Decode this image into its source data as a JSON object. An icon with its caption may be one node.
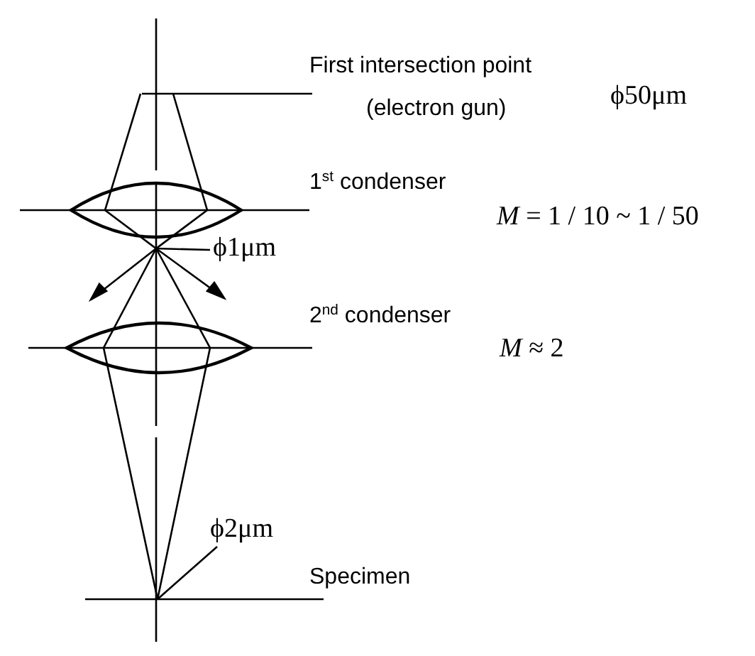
{
  "diagram": {
    "nodes": [
      {
        "text": [
          "ϕ1μm"
        ]
      },
      {
        "text": [
          "ϕ2μm"
        ]
      }
    ],
    "edges": [
      {
        "from": 0,
        "to": null,
        "arrow": "none"
      },
      {
        "from": 1,
        "to": null,
        "arrow": "none"
      }
    ],
    "labels": [
      "First intersection point",
      "(electron gun)",
      "ϕ50μm",
      "1$^{st}$  condenser",
      "*M* = 1 / 10 ~ 1 / 50",
      "2$^{nd}$  condenser",
      "*M* ≈ 2",
      "Specimen"
    ]
  }
}
